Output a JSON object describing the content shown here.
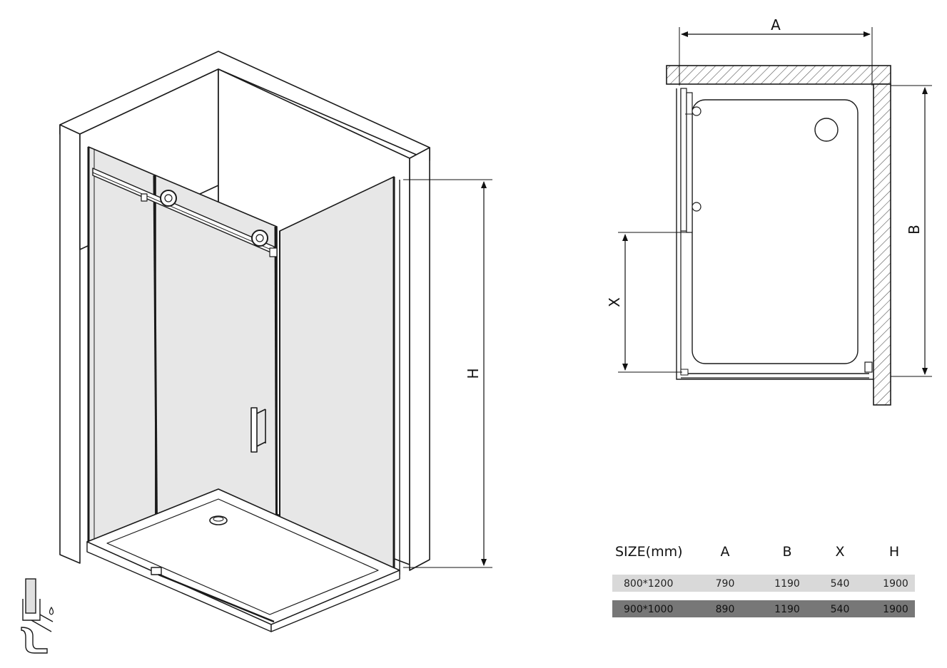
{
  "labels": {
    "A": "A",
    "B": "B",
    "X": "X",
    "H": "H"
  },
  "table": {
    "headers": [
      "SIZE(mm)",
      "A",
      "B",
      "X",
      "H"
    ],
    "rows": [
      [
        "800*1200",
        "790",
        "1190",
        "540",
        "1900"
      ],
      [
        "900*1000",
        "890",
        "1190",
        "540",
        "1900"
      ]
    ]
  },
  "colors": {
    "line": "#1a1a1a",
    "glass": "#e7e7e7",
    "row1_bg": "#d9d9d9",
    "row2_bg": "#777777"
  },
  "icons": [
    "water-drop-icon",
    "seal-profile-icon",
    "tap-icon"
  ]
}
